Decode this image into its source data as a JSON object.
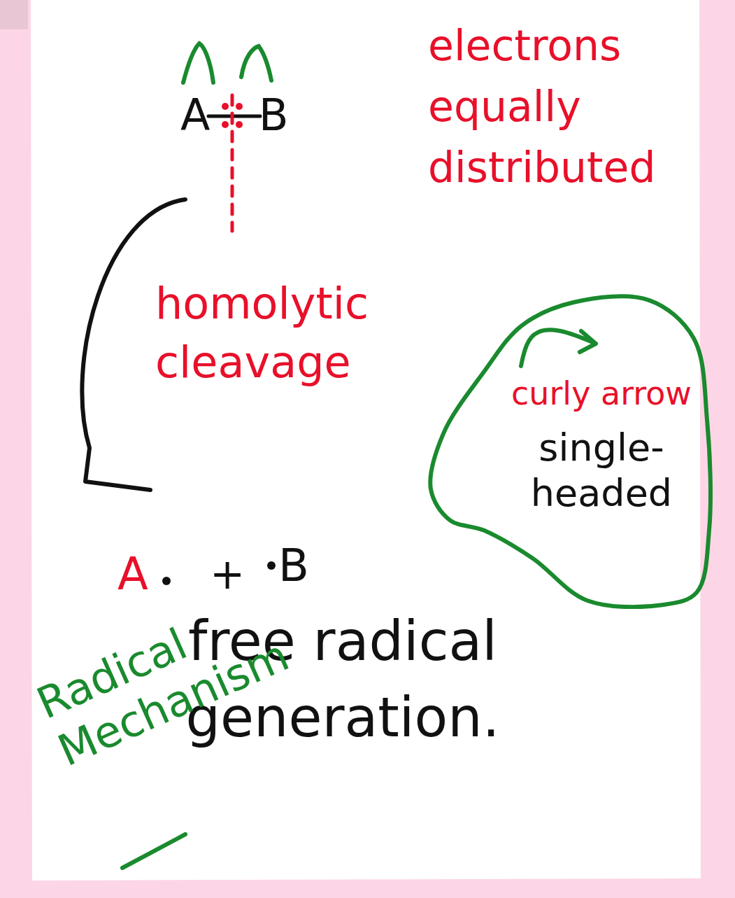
{
  "diagram": {
    "nodes": [
      {
        "text": [
          "curly arrow",
          "single-headed"
        ]
      }
    ],
    "labels": [
      "A",
      "B",
      "electrons equally distributed",
      "homolytic cleavage",
      "A",
      "+",
      "B",
      "free radical generation.",
      "Radical Mechanism"
    ]
  }
}
